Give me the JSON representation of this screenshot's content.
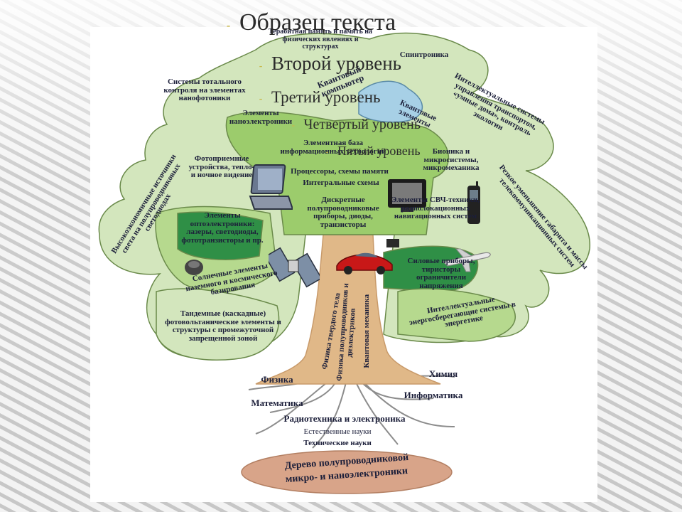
{
  "colors": {
    "leaf_light": "#d3e6bd",
    "leaf_mid": "#9ccc6c",
    "leaf_dark": "#2f8f46",
    "leaf_outline": "#6a8a4a",
    "trunk": "#e0b888",
    "plaque": "#d8a489",
    "text": "#1c1f3a"
  },
  "placeholder": {
    "l1": "Образец текста",
    "l2": "Второй уровень",
    "l3": "Третий уровень",
    "l4": "Четвертый уровень",
    "l5": "Пятый уровень"
  },
  "leaves": {
    "terabit": "Терабитная память и память на физических явлениях и структурах",
    "spintronics": "Спинтроника",
    "quantum_computer": "Квантовый компьютер",
    "total_control": "Системы тотального контроля на элементах нанофотоники",
    "intellectual_systems": "Интеллектуальные системы управления транспортом, «умные дома», контроль экологии",
    "nanoelectronics": "Элементы наноэлектроники",
    "quantum_elements": "Квантовые элементы",
    "info_base": "Элементная база информационных технологий",
    "microsystems": "Бионика и микросистемы, микромеханика",
    "photoreceivers": "Фотоприемные устройства, тепло- и ночное видение",
    "processors": "Процессоры, схемы памяти",
    "integrated": "Интегральные схемы",
    "energy_sources": "Высокоэкономичные источники света на полупроводниковых светодиодах",
    "dimension_reduction": "Резкое уменьшение габарита и массы телекоммуникационных систем",
    "optoelectronics": "Элементы оптоэлектроники: лазеры, светодиоды, фототранзисторы и пр.",
    "discrete": "Дискретные полупроводниковые приборы, диоды, транзисторы",
    "microwave": "Элементы СВЧ-техники, радиолокационных навигационных систем",
    "power": "Силовые приборы, тиристоры ограничители напряжения",
    "solar": "Солнечные элементы наземного и космического базирования",
    "tandem": "Тандемные (каскадные) фотовольтанические элементы и структуры с промежуточной запрещенной зоной",
    "energy_saving": "Интеллектуальные энергосберегающие системы в энергетике"
  },
  "trunk": {
    "solid_state": "Физика твердого тела",
    "semiconductors": "Физика полупроводников и диэлектриков",
    "quantum_mechanics": "Квантовая механика"
  },
  "roots": {
    "physics": "Физика",
    "chemistry": "Химия",
    "mathematics": "Математика",
    "informatics": "Информатика",
    "radio": "Радиотехника и электроника",
    "natural": "Естественные науки",
    "technical": "Технические науки"
  },
  "plaque": {
    "line1": "Дерево полупроводниковой",
    "line2": "микро- и наноэлектроники"
  }
}
